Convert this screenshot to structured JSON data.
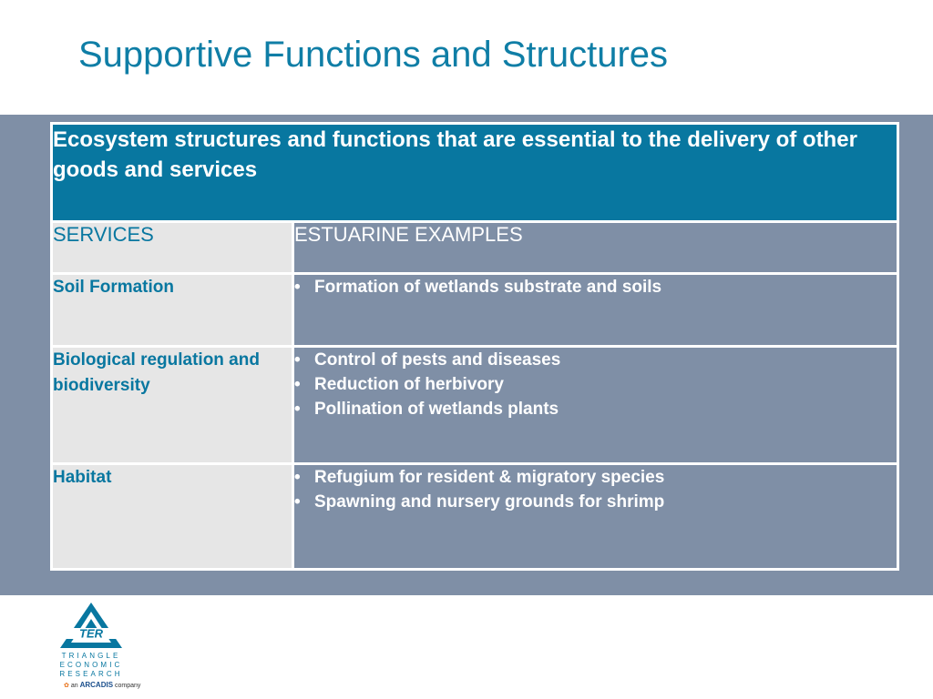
{
  "title": "Supportive Functions and Structures",
  "table": {
    "header": "Ecosystem structures and functions that are essential to the delivery of other goods and services",
    "col_services": "SERVICES",
    "col_examples": "ESTUARINE EXAMPLES",
    "rows": [
      {
        "service": "Soil Formation",
        "examples": [
          "Formation of wetlands substrate and soils"
        ]
      },
      {
        "service": "Biological regulation and biodiversity",
        "examples": [
          "Control of pests and diseases",
          "Reduction of herbivory",
          "Pollination of wetlands plants"
        ]
      },
      {
        "service": "Habitat",
        "examples": [
          "Refugium for resident & migratory species",
          "Spawning and nursery grounds for shrimp"
        ]
      }
    ]
  },
  "logo": {
    "mark": "TER",
    "line1": "TRIANGLE",
    "line2": "ECONOMIC",
    "line3": "RESEARCH",
    "tag_prefix": "an",
    "tag_brand": "ARCADIS",
    "tag_suffix": "company"
  },
  "colors": {
    "title": "#0f7ea6",
    "header_bg": "#0877a0",
    "band": "#7f8fa6",
    "service_cell": "#e6e6e6"
  }
}
